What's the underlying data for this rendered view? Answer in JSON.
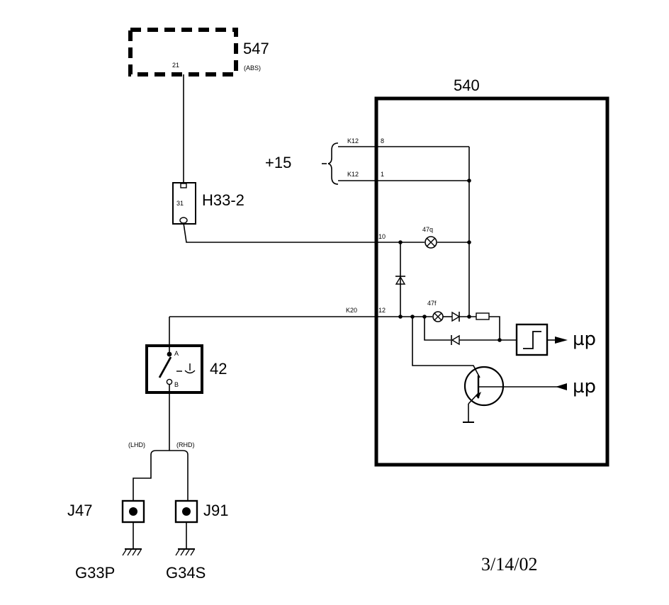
{
  "components": {
    "abs_module": {
      "id": "547",
      "note": "(ABS)",
      "pin": "21"
    },
    "control_unit": {
      "id": "540"
    },
    "connector": {
      "id": "H33-2",
      "pin": "31"
    },
    "switch": {
      "id": "42",
      "pin_a": "A",
      "pin_b": "B"
    },
    "lamp_q": {
      "id": "47q"
    },
    "lamp_f": {
      "id": "47f"
    },
    "ground_j47": {
      "id": "J47",
      "ground": "G33P"
    },
    "ground_j91": {
      "id": "J91",
      "ground": "G34S"
    }
  },
  "supply": {
    "label": "+15",
    "conn_top": "K12",
    "pin_top": "8",
    "conn_bottom": "K12",
    "pin_bottom": "1"
  },
  "pins": {
    "pin10": "10",
    "conn_k20": "K20",
    "pin12": "12"
  },
  "variants": {
    "lhd": "(LHD)",
    "rhd": "(RHD)"
  },
  "outputs": {
    "mu_upper": "µp",
    "mu_lower": "µp"
  },
  "date": "3/14/02"
}
